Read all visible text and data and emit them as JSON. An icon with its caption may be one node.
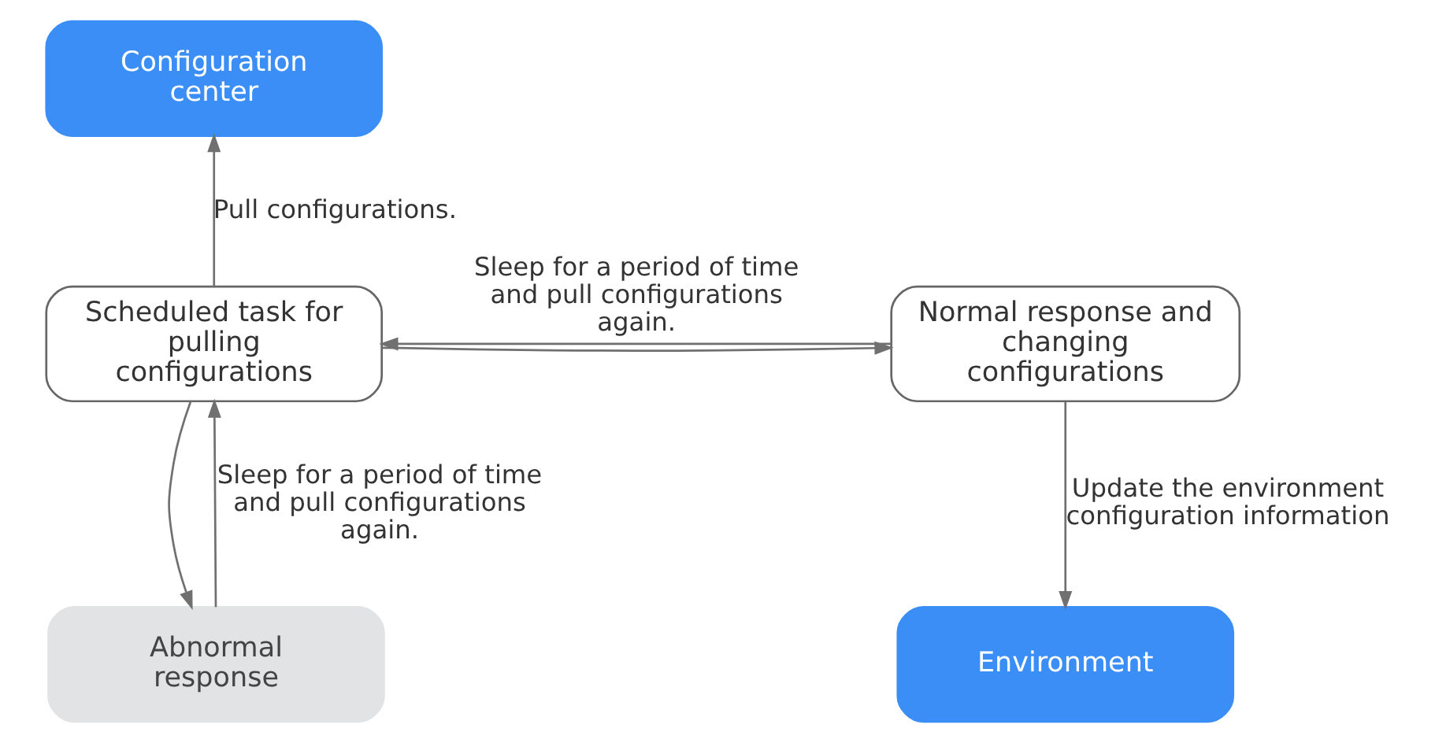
{
  "diagram": {
    "nodes": [
      {
        "text": [
          "Configuration center"
        ]
      },
      {
        "text": [
          "Scheduled task for pulling configurations"
        ]
      },
      {
        "text": [
          "Normal response and changing configurations"
        ]
      },
      {
        "text": [
          "Abnormal response"
        ]
      },
      {
        "text": [
          "Environment"
        ]
      }
    ],
    "edges": [
      {
        "from": 1,
        "to": 0,
        "arrow": "to",
        "label": "Pull configurations."
      },
      {
        "from": 2,
        "to": 1,
        "arrow": "to",
        "label": "Sleep for a period of time and pull configurations again."
      },
      {
        "from": 1,
        "to": 2,
        "arrow": "to"
      },
      {
        "from": 1,
        "to": 3,
        "arrow": "to"
      },
      {
        "from": 3,
        "to": 1,
        "arrow": "to",
        "label": "Sleep for a period of time and pull configurations again."
      },
      {
        "from": 2,
        "to": 4,
        "arrow": "to",
        "label": "Update the environment configuration information"
      }
    ]
  }
}
